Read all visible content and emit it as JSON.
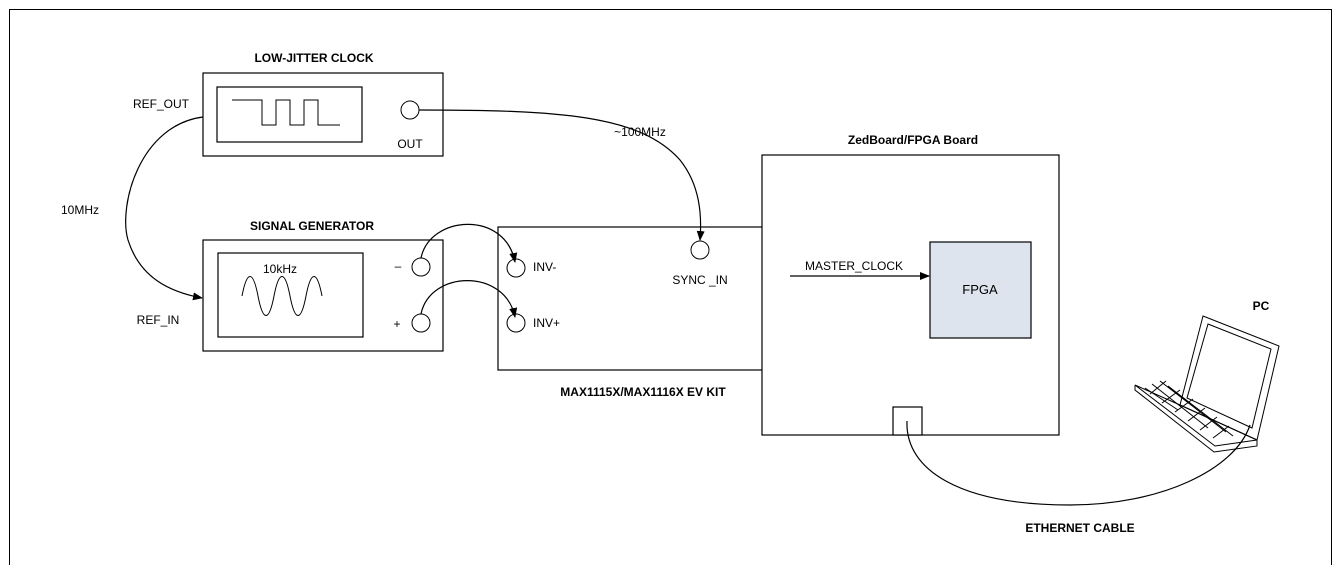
{
  "colors": {
    "fpga_fill": "#dde4ee",
    "line": "#000000",
    "background": "#ffffff"
  },
  "blocks": {
    "clock": {
      "title": "LOW-JITTER CLOCK",
      "out_label": "OUT",
      "ref_out_label": "REF_OUT"
    },
    "siggen": {
      "title": "SIGNAL GENERATOR",
      "freq_label": "10kHz",
      "minus_label": "–",
      "plus_label": "+",
      "ref_in_label": "REF_IN"
    },
    "evkit": {
      "title": "MAX1115X/MAX1116X EV KIT",
      "inv_minus_label": "INV-",
      "inv_plus_label": "INV+",
      "sync_in_label": "SYNC _IN"
    },
    "fpga_board": {
      "title": "ZedBoard/FPGA Board",
      "fpga_label": "FPGA"
    },
    "pc": {
      "title": "PC",
      "icon": "laptop-icon"
    }
  },
  "connections": {
    "ref_clock_freq": "10MHz",
    "sync_clock_freq": "~100MHz",
    "master_clock_label": "MASTER_CLOCK",
    "ethernet_label": "ETHERNET CABLE"
  }
}
